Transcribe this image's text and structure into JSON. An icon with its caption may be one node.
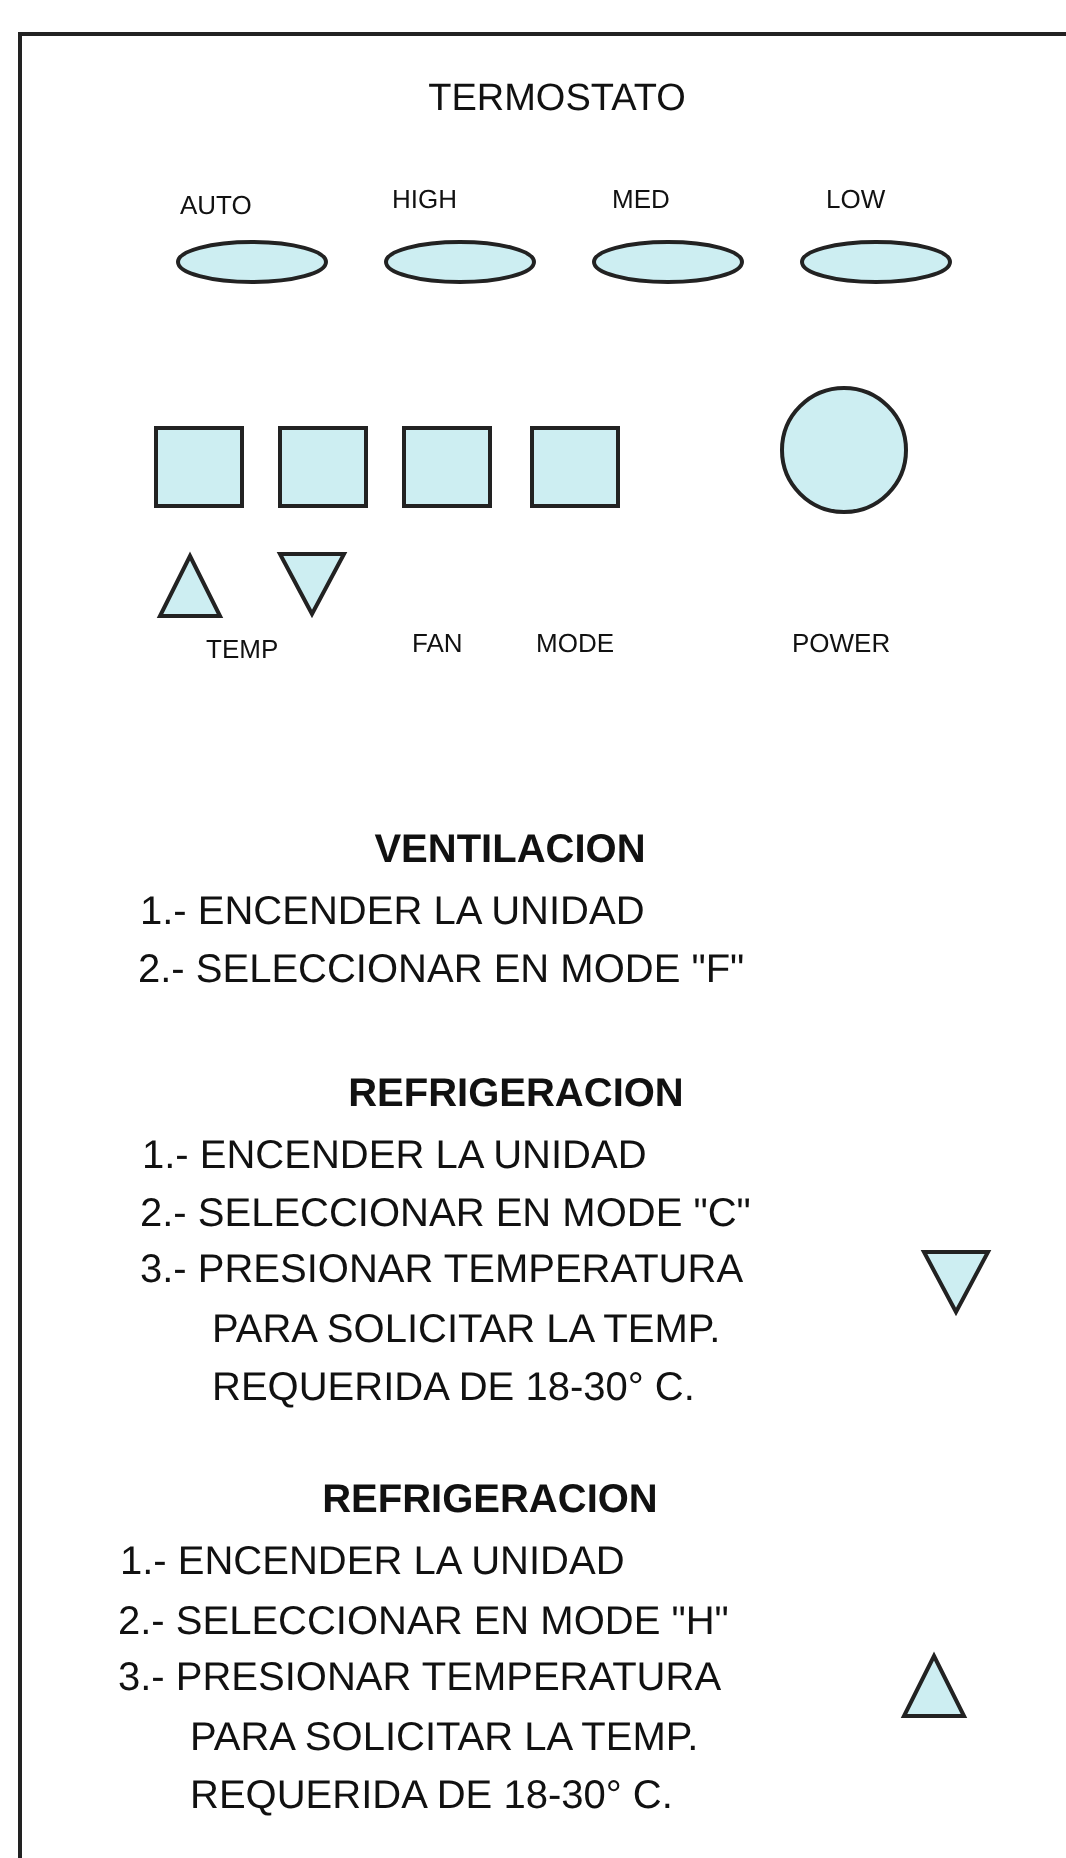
{
  "diagram": {
    "nodes": [
      {
        "text": [
          "TERMOSTATO"
        ]
      },
      {
        "text": [],
        "shape": "ellipse",
        "in": 0
      },
      {
        "text": [],
        "shape": "ellipse",
        "in": 0
      },
      {
        "text": [],
        "shape": "ellipse",
        "in": 0
      },
      {
        "text": [],
        "shape": "ellipse",
        "in": 0
      },
      {
        "text": [],
        "shape": "box",
        "in": 0
      },
      {
        "text": [],
        "shape": "box",
        "in": 0
      },
      {
        "text": [],
        "shape": "box",
        "in": 0
      },
      {
        "text": [],
        "shape": "box",
        "in": 0
      },
      {
        "text": [],
        "shape": "circle",
        "in": 0
      },
      {
        "text": [],
        "shape": "triangle",
        "in": 0
      },
      {
        "text": [],
        "shape": "triangle",
        "in": 0
      },
      {
        "text": [],
        "shape": "triangle",
        "in": 0
      },
      {
        "text": [],
        "shape": "triangle",
        "in": 0
      }
    ],
    "labels": [
      "AUTO",
      "HIGH",
      "MED",
      "LOW",
      "TEMP",
      "FAN",
      "MODE",
      "POWER",
      "VENTILACION",
      "1.- ENCENDER LA UNIDAD",
      "2.- SELECCIONAR EN MODE \"F\"",
      "REFRIGERACION",
      "1.- ENCENDER LA UNIDAD",
      "2.- SELECCIONAR EN MODE \"C\"",
      "3.- PRESIONAR TEMPERATURA PARA SOLICITAR LA TEMP. REQUERIDA DE 18-30° C.",
      "REFRIGERACION",
      "1.- ENCENDER LA UNIDAD",
      "2.- SELECCIONAR EN MODE \"H\"",
      "3.- PRESIONAR TEMPERATURA PARA SOLICITAR LA TEMP. REQUERIDA DE 18-30° C."
    ]
  }
}
